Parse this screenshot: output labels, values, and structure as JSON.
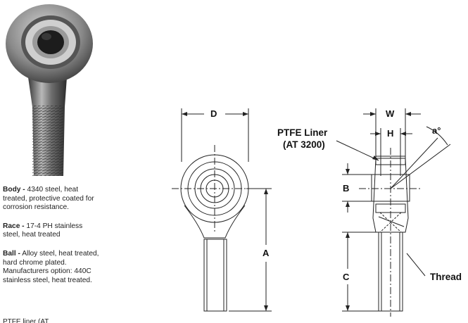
{
  "specs": [
    {
      "name": "Body -",
      "text": " 4340 steel, heat treated, protective coated for corrosion resistance."
    },
    {
      "name": "Race -",
      "text": " 17-4 PH stainless steel, heat treated"
    },
    {
      "name": "Ball -",
      "text": " Alloy steel, heat treated, hard chrome plated. Manufacturers option: 440C stainless steel, heat treated."
    }
  ],
  "cutoff_text": "PTFE liner (AT",
  "dimensions": {
    "d": "D",
    "a": "A",
    "c": "C",
    "w": "W",
    "h": "H",
    "b": "B",
    "angle": "a°"
  },
  "callouts": {
    "liner_line1": "PTFE Liner",
    "liner_line2": "(AT 3200)",
    "thread": "Thread"
  }
}
